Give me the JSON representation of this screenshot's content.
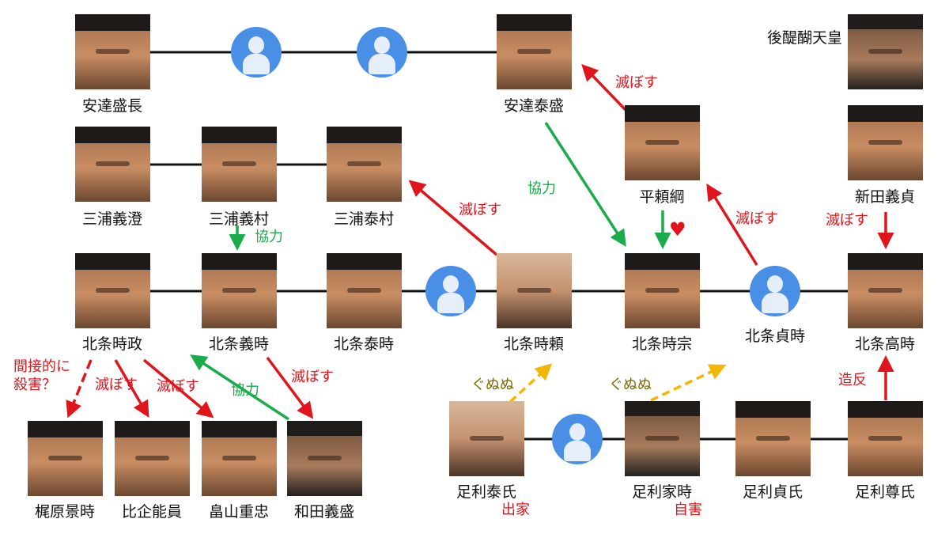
{
  "people": {
    "adachi_morinaga": "安達盛長",
    "adachi_yasumori": "安達泰盛",
    "godaigo": "後醍醐天皇",
    "miura_yoshizumi": "三浦義澄",
    "miura_yoshimura": "三浦義村",
    "miura_yasumura": "三浦泰村",
    "taira_yoritsuna": "平頼綱",
    "nitta_yoshisada": "新田義貞",
    "hojo_tokimasa": "北条時政",
    "hojo_yoshitoki": "北条義時",
    "hojo_yasutoki": "北条泰時",
    "hojo_tokiyori": "北条時頼",
    "hojo_tokimune": "北条時宗",
    "hojo_sadatoki": "北条貞時",
    "hojo_takatoki": "北条高時",
    "kajiwara_kagetoki": "梶原景時",
    "hiki_yoshikazu": "比企能員",
    "hatakeyama_shigetada": "畠山重忠",
    "wada_yoshimori": "和田義盛",
    "ashikaga_yasuuji": "足利泰氏",
    "ashikaga_ietoki": "足利家時",
    "ashikaga_sadauji": "足利貞氏",
    "ashikaga_takauji": "足利尊氏"
  },
  "labels": {
    "destroy": "滅ぼす",
    "cooperate": "協力",
    "indirect_kill": "間接的に\n殺害？",
    "grr": "ぐぬぬ",
    "revolt": "造反",
    "became_monk": "出家",
    "suicide": "自害"
  },
  "colors": {
    "destroy": "#e0151b",
    "cooperate": "#1aab4a",
    "grr": "#f2b705",
    "avatar": "#4a8fe6"
  },
  "icons": {
    "placeholder_avatar": "person-avatar-icon",
    "heart": "heart-icon"
  }
}
